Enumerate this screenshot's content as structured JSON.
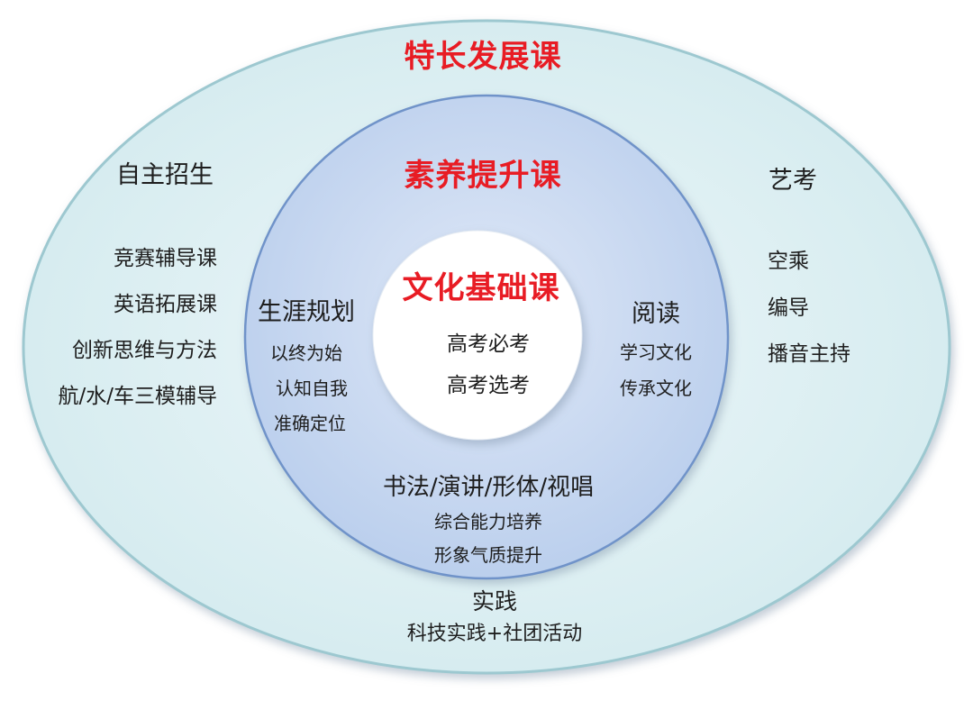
{
  "outer": {
    "title": "特长发展课",
    "left": {
      "heading": "自主招生",
      "items": [
        "竞赛辅导课",
        "英语拓展课",
        "创新思维与方法",
        "航/水/车三模辅导"
      ]
    },
    "right": {
      "heading": "艺考",
      "items": [
        "空乘",
        "编导",
        "播音主持"
      ]
    },
    "bottom": {
      "heading": "实践",
      "items": [
        "科技实践+社团活动"
      ]
    }
  },
  "middle": {
    "title": "素养提升课",
    "left": {
      "heading": "生涯规划",
      "items": [
        "以终为始",
        "认知自我",
        "准确定位"
      ]
    },
    "right": {
      "heading": "阅读",
      "items": [
        "学习文化",
        "传承文化"
      ]
    },
    "bottom": {
      "heading": "书法/演讲/形体/视唱",
      "items": [
        "综合能力培养",
        "形象气质提升"
      ]
    }
  },
  "inner": {
    "title": "文化基础课",
    "items": [
      "高考必考",
      "高考选考"
    ]
  },
  "colors": {
    "outer_fill": "#dbeef1",
    "outer_stroke": "#9dc8d0",
    "middle_fill": "#c8d8f0",
    "middle_stroke": "#6f93c9",
    "inner_fill": "#ffffff",
    "title_red": "#e81c24"
  }
}
